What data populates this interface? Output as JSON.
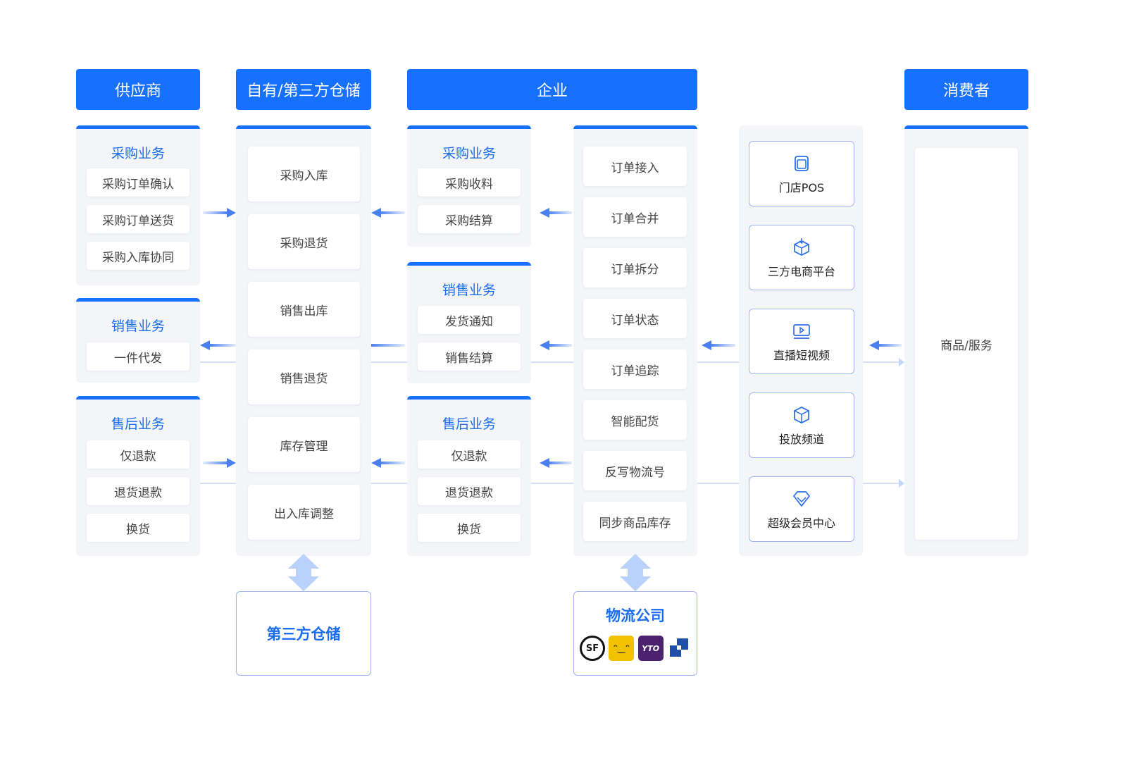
{
  "headers": {
    "supplier": "供应商",
    "warehouse": "自有/第三方仓储",
    "enterprise": "企业",
    "consumer": "消费者"
  },
  "supplier": {
    "purchase": {
      "title": "采购业务",
      "items": [
        "采购订单确认",
        "采购订单送货",
        "采购入库协同"
      ]
    },
    "sales": {
      "title": "销售业务",
      "items": [
        "一件代发"
      ]
    },
    "aftersale": {
      "title": "售后业务",
      "items": [
        "仅退款",
        "退货退款",
        "换货"
      ]
    }
  },
  "warehouse": {
    "items": [
      "采购入库",
      "采购退货",
      "销售出库",
      "销售退货",
      "库存管理",
      "出入库调整"
    ],
    "third_party": "第三方仓储"
  },
  "enterprise": {
    "purchase": {
      "title": "采购业务",
      "items": [
        "采购收料",
        "采购结算"
      ]
    },
    "sales": {
      "title": "销售业务",
      "items": [
        "发货通知",
        "销售结算"
      ]
    },
    "aftersale": {
      "title": "售后业务",
      "items": [
        "仅退款",
        "退货退款",
        "换货"
      ]
    },
    "orders": [
      "订单接入",
      "订单合并",
      "订单拆分",
      "订单状态",
      "订单追踪",
      "智能配货",
      "反写物流号",
      "同步商品库存"
    ]
  },
  "channels": [
    {
      "label": "门店POS",
      "icon": "window-icon"
    },
    {
      "label": "三方电商平台",
      "icon": "box-download-icon"
    },
    {
      "label": "直播短视频",
      "icon": "video-play-icon"
    },
    {
      "label": "投放频道",
      "icon": "cube-icon"
    },
    {
      "label": "超级会员中心",
      "icon": "diamond-icon"
    }
  ],
  "consumer": {
    "item": "商品/服务"
  },
  "logistics": {
    "title": "物流公司",
    "logos": [
      {
        "text": "SF",
        "color": "#111111"
      },
      {
        "text": "ᵔ‿ᵔ",
        "color": "#f2c200"
      },
      {
        "text": "YTO",
        "color": "#4b2170"
      },
      {
        "text": "",
        "color": "#1f4fa7"
      }
    ]
  },
  "colors": {
    "primary": "#1770fe",
    "panel": "#f3f5f8",
    "arrow": "#4a7ff0",
    "arrow_light": "#c3d6fb"
  }
}
